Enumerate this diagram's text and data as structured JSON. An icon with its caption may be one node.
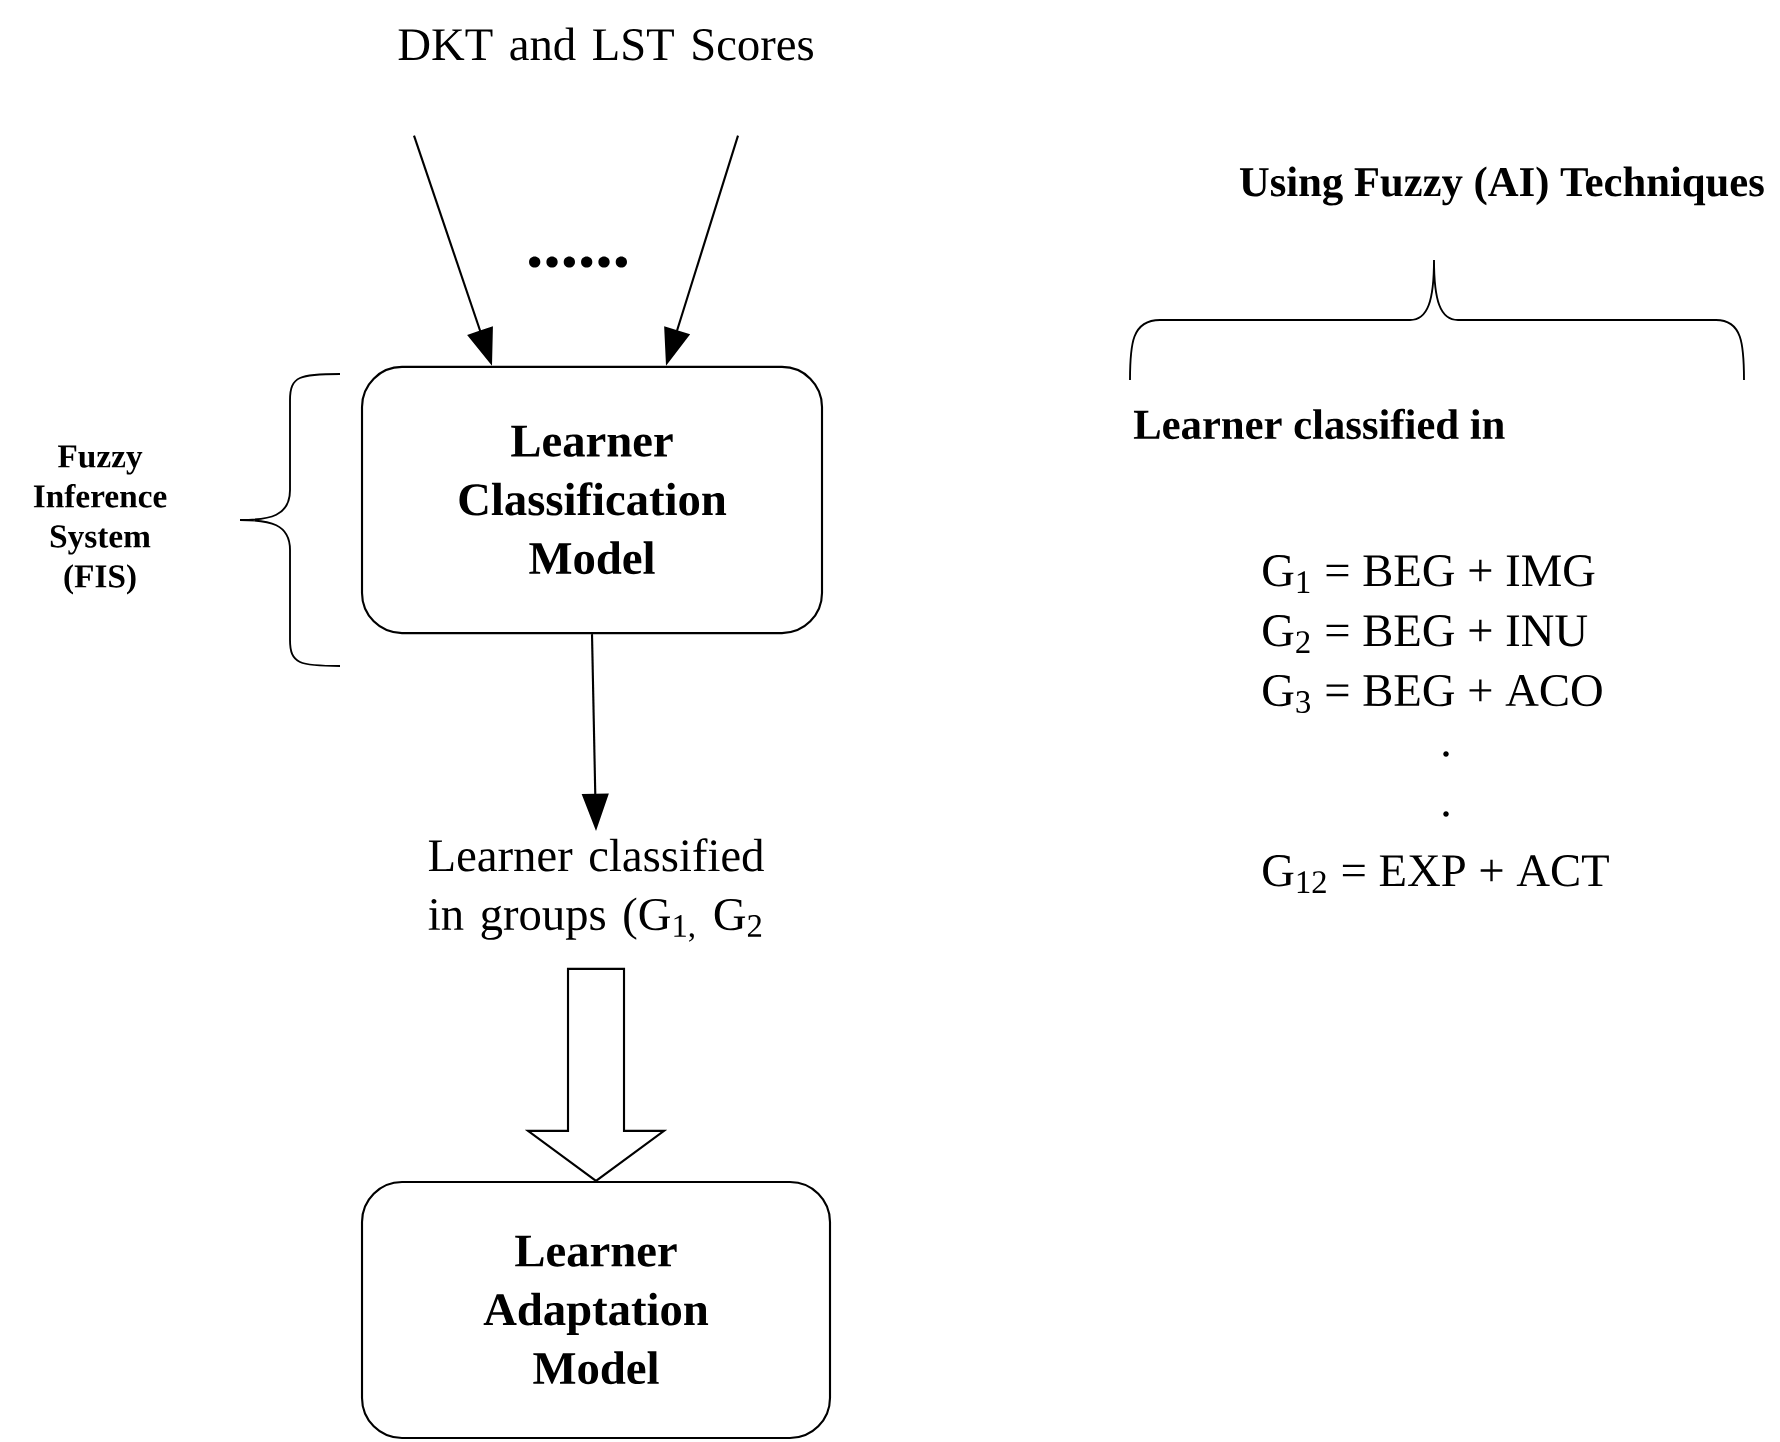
{
  "diagram": {
    "nodes": [
      {
        "text": [
          "DKT and LST Scores"
        ]
      },
      {
        "text": [
          "Learner Classification Model"
        ]
      },
      {
        "text": [
          "Learner classified in groups (G$_{1,}$ G$_{2}$"
        ]
      },
      {
        "text": [
          "Learner Adaptation Model"
        ]
      }
    ],
    "edges": [
      {
        "from": 0,
        "to": 1,
        "arrow": "to"
      },
      {
        "from": 0,
        "to": 1,
        "arrow": "to"
      },
      {
        "from": 1,
        "to": 2,
        "arrow": "to"
      },
      {
        "from": 2,
        "to": 3,
        "arrow": "to",
        "style": "thick"
      }
    ],
    "labels": [
      "......",
      "Fuzzy Inference System (FIS)",
      "Using Fuzzy (AI) Techniques",
      "Learner classified in",
      "G$_{1}$ = BEG + IMG",
      "G$_{2}$ = BEG + INU",
      "G$_{3}$ = BEG + ACO",
      ".",
      ".",
      "G$_{12}$ = EXP + ACT"
    ]
  }
}
